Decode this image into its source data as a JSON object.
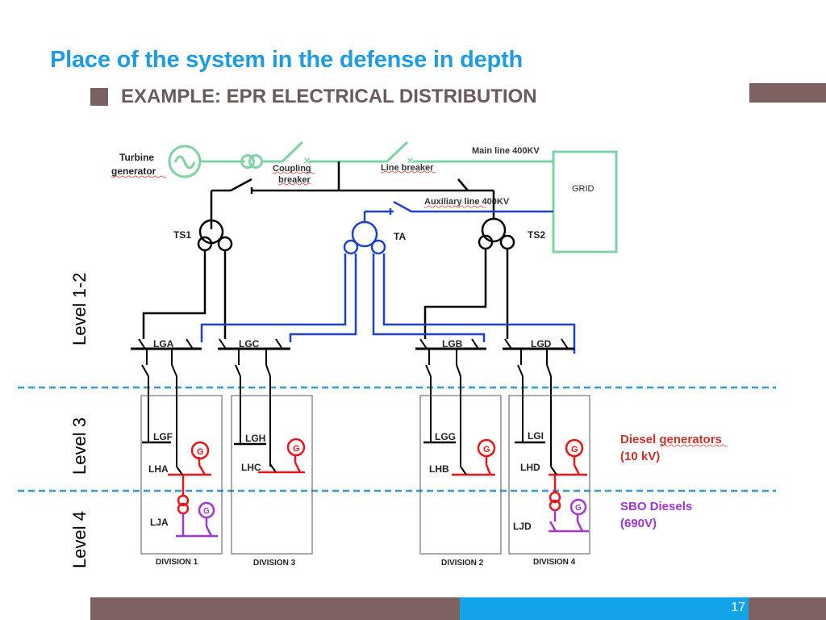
{
  "header": {
    "title": "Place of the system in the defense in depth",
    "subtitle": "EXAMPLE: EPR ELECTRICAL DISTRIBUTION"
  },
  "levels": {
    "level_12": "Level 1-2",
    "level_3": "Level 3",
    "level_4": "Level 4"
  },
  "diagram": {
    "turbine_generator": "Turbine generator",
    "turbine_line1": "Turbine",
    "turbine_line2": "generator",
    "coupling_line1": "Coupling",
    "coupling_line2": "breaker",
    "line_breaker": "Line breaker",
    "main_line": "Main line 400KV",
    "auxiliary_line": "Auxiliary line 400KV",
    "grid": "GRID",
    "ts1": "TS1",
    "ts2": "TS2",
    "ta": "TA",
    "busbars": [
      "LGA",
      "LGC",
      "LGB",
      "LGD"
    ],
    "level3_bars": [
      "LGF",
      "LGH",
      "LGG",
      "LGI"
    ],
    "diesel_bars": [
      "LHA",
      "LHC",
      "LHB",
      "LHD"
    ],
    "sbo_bars": [
      "LJA",
      "LJD"
    ],
    "generator_symbol": "G",
    "divisions": [
      "DIVISION 1",
      "DIVISION 3",
      "DIVISION 2",
      "DIVISION 4"
    ],
    "legend_diesel_line1": "Diesel generators",
    "legend_diesel_line2": "(10 kV)",
    "legend_sbo_line1": "SBO Diesels",
    "legend_sbo_line2": "(690V)"
  },
  "colors": {
    "title": "#1f9be0",
    "subtitle": "#6b5a5a",
    "line_black": "#000000",
    "line_blue": "#1f3fd6",
    "line_green": "#7ed3a4",
    "diesel_red": "#e8161b",
    "sbo_purple": "#9e35d6",
    "level_dash": "#2e9bd6",
    "footer_brown": "#7e6262",
    "footer_blue": "#12a3e8"
  },
  "footer": {
    "page_number": "17"
  }
}
